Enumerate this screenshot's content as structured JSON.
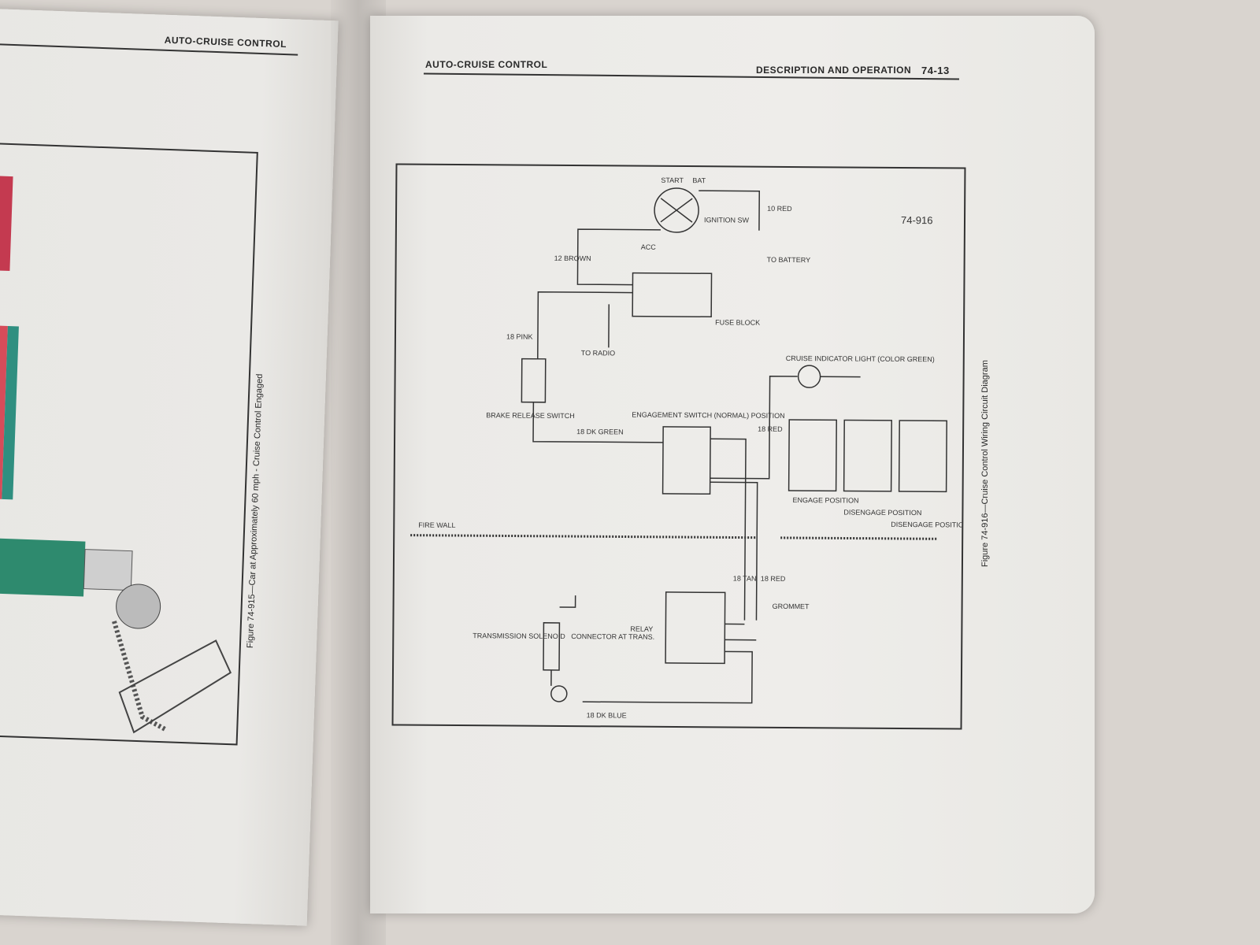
{
  "left_page": {
    "header": "AUTO-CRUISE CONTROL",
    "figure_caption": "Figure 74-915—Car at Approximately 60 mph - Cruise Control Engaged"
  },
  "right_page": {
    "header_left": "AUTO-CRUISE CONTROL",
    "header_center": "DESCRIPTION AND OPERATION",
    "page_number": "74-13",
    "figure_number": "74-916",
    "figure_caption": "Figure 74-916—Cruise Control Wiring Circuit Diagram",
    "diagram_labels": {
      "start": "START",
      "bat": "BAT",
      "acc": "ACC",
      "ignition_sw": "IGNITION SW",
      "wire_12_brown": "12 BROWN",
      "wire_10_red": "10 RED",
      "to_battery": "TO BATTERY",
      "fuse_block": "FUSE BLOCK",
      "to_radio": "TO RADIO",
      "wire_18_pink": "18 PINK",
      "brake_release_switch": "BRAKE RELEASE SWITCH",
      "wire_18_dk_green": "18 DK GREEN",
      "engagement_switch": "ENGAGEMENT SWITCH (NORMAL) POSITION",
      "cruise_indicator_light": "CRUISE INDICATOR LIGHT (COLOR GREEN)",
      "wire_18_red": "18 RED",
      "engage_position": "ENGAGE POSITION",
      "disengage_position": "DISENGAGE POSITION",
      "disengage_position_2": "DISENGAGE POSITION",
      "fire_wall": "FIRE WALL",
      "wire_18_tan": "18 TAN",
      "wire_18_red_2": "18 RED",
      "grommet": "GROMMET",
      "relay": "RELAY",
      "transmission_solenoid": "TRANSMISSION SOLENOID",
      "connector_at_trans": "CONNECTOR AT TRANS.",
      "wire_18_dk_blue": "18 DK BLUE"
    }
  }
}
